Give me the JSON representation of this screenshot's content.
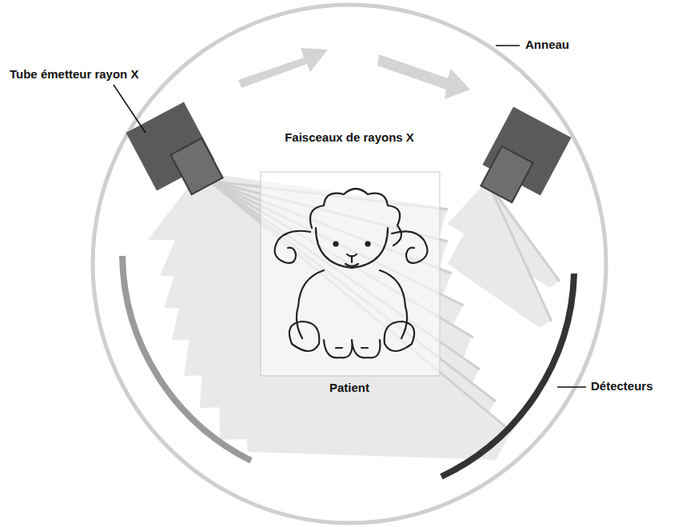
{
  "diagram": {
    "labels": [
      "Anneau",
      "Tube émetteur rayon X",
      "Faisceaux de rayons X",
      "Patient",
      "Détecteurs"
    ]
  }
}
